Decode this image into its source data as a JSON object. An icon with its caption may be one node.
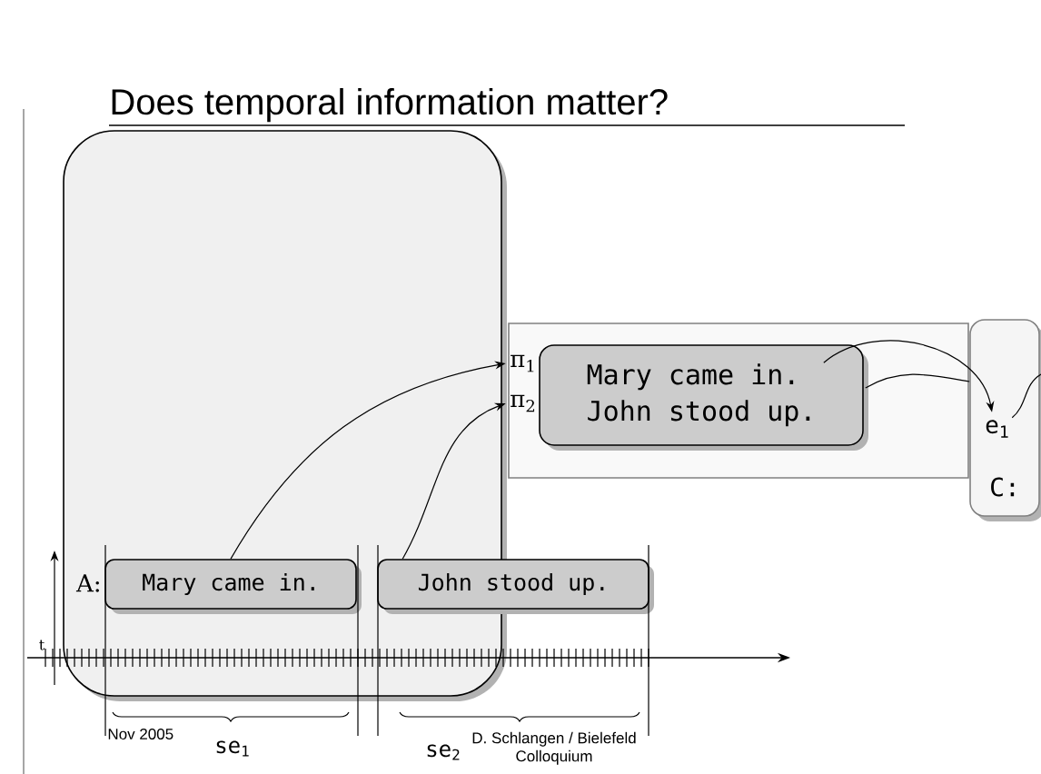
{
  "diagram": {
    "title": "Does temporal information matter?",
    "nodes": [
      {
        "text": [],
        "shape": "box"
      },
      {
        "text": [],
        "shape": "box"
      },
      {
        "text": [
          "π$_{1}$"
        ],
        "in": 1
      },
      {
        "text": [
          "π$_{2}$"
        ],
        "in": 1
      },
      {
        "text": [
          "Mary came in.",
          "John stood up."
        ],
        "in": 1
      },
      {
        "text": [
          "C:"
        ]
      },
      {
        "text": [
          "e$_{1}$"
        ],
        "in": 5
      },
      {
        "text": [
          "Mary came in."
        ],
        "in": 0
      },
      {
        "text": [
          "John stood up."
        ]
      }
    ],
    "edges": [
      {
        "from": 7,
        "to": 2,
        "arrow": "to"
      },
      {
        "from": 8,
        "to": 3,
        "arrow": "to"
      },
      {
        "from": 4,
        "to": 6,
        "arrow": "to"
      },
      {
        "from": 4,
        "to": 5,
        "arrow": "none"
      },
      {
        "from": 6,
        "to": null,
        "arrow": "none"
      }
    ],
    "labels": [
      "A:",
      "t",
      "Nov 2005",
      "se$_{1}$",
      "D. Schlangen / Bielefeld Colloquium",
      "se$_{2}$"
    ]
  }
}
